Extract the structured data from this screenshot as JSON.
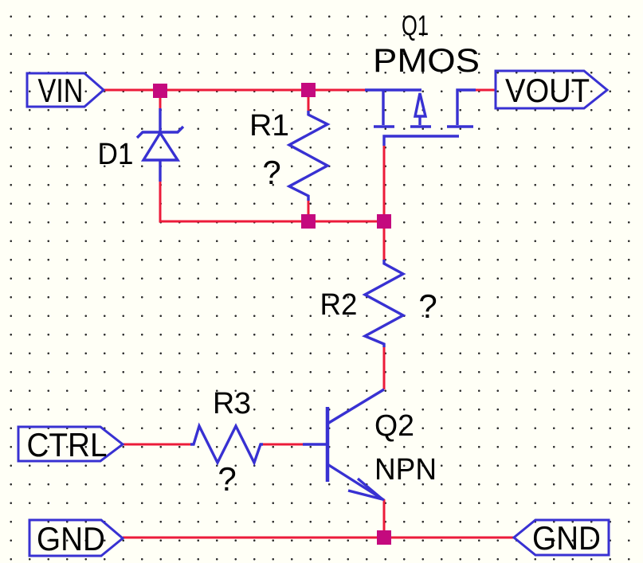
{
  "colors": {
    "background": "#FFFFF6",
    "grid_dot": "#2E2E2E",
    "wire": "#EC1B3A",
    "symbol": "#3831D2",
    "junction": "#C40A7E",
    "text": "#000000"
  },
  "ports": {
    "vin": {
      "label": "VIN"
    },
    "vout": {
      "label": "VOUT"
    },
    "ctrl": {
      "label": "CTRL"
    },
    "gnd_left": {
      "label": "GND"
    },
    "gnd_right": {
      "label": "GND"
    }
  },
  "components": {
    "q1": {
      "ref": "Q1",
      "value": "PMOS",
      "symbol": "pmos-transistor"
    },
    "q2": {
      "ref": "Q2",
      "value": "NPN",
      "symbol": "npn-transistor"
    },
    "d1": {
      "ref": "D1",
      "symbol": "zener-diode"
    },
    "r1": {
      "ref": "R1",
      "value": "?",
      "symbol": "resistor"
    },
    "r2": {
      "ref": "R2",
      "value": "?",
      "symbol": "resistor"
    },
    "r3": {
      "ref": "R3",
      "value": "?",
      "symbol": "resistor"
    }
  }
}
